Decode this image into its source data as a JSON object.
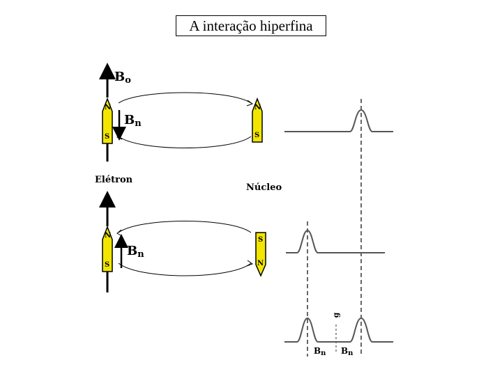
{
  "title": "A interação hiperfina",
  "labels": {
    "b0": "B",
    "b0_sub": "o",
    "bn": "B",
    "bn_sub": "n",
    "electron": "Elétron",
    "nucleus": "Núcleo",
    "g": "g"
  },
  "magnets": {
    "north": "N",
    "south": "S"
  },
  "colors": {
    "magnet_fill": "#f2e600",
    "line": "#000000",
    "spectrum_line": "#555555",
    "dashed": "#333333"
  }
}
